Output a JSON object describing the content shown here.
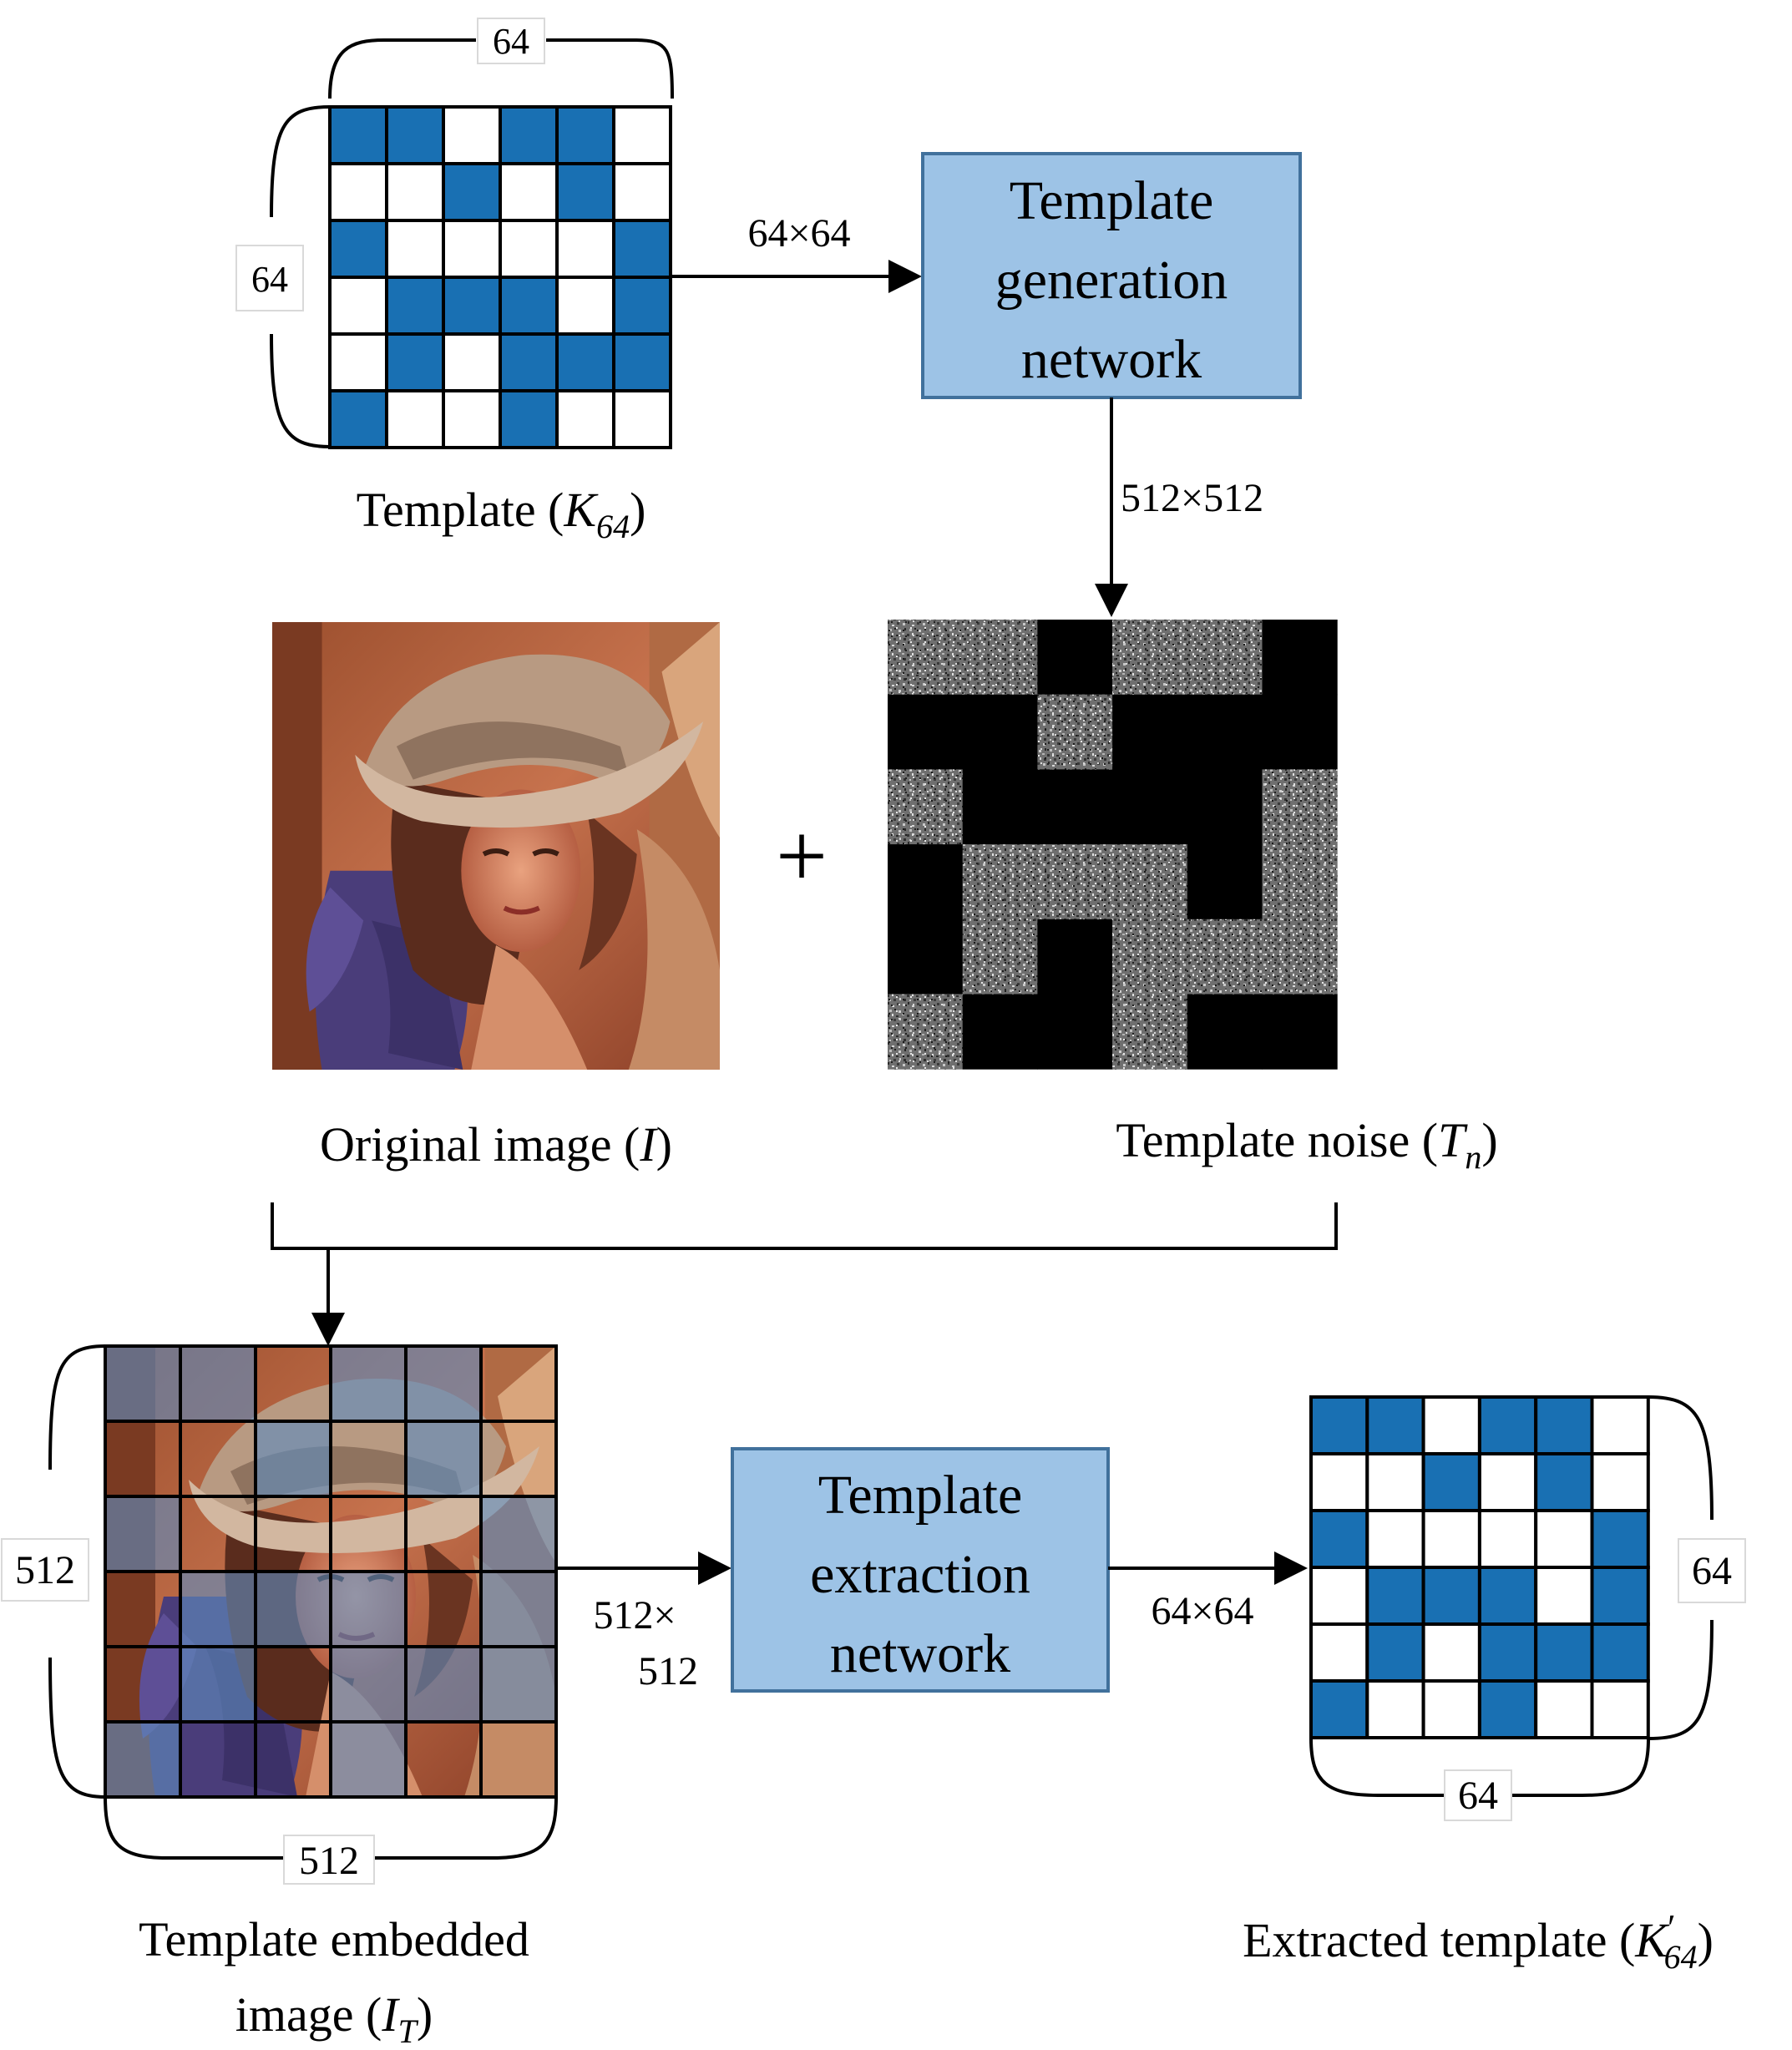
{
  "template_grid": [
    [
      1,
      1,
      0,
      1,
      1,
      0
    ],
    [
      0,
      0,
      1,
      0,
      1,
      0
    ],
    [
      1,
      0,
      0,
      0,
      0,
      1
    ],
    [
      0,
      1,
      1,
      1,
      0,
      1
    ],
    [
      0,
      1,
      0,
      1,
      1,
      1
    ],
    [
      1,
      0,
      0,
      1,
      0,
      0
    ]
  ],
  "noise_grid": [
    [
      1,
      1,
      0,
      1,
      1,
      0
    ],
    [
      0,
      0,
      1,
      0,
      0,
      0
    ],
    [
      1,
      0,
      0,
      0,
      0,
      1
    ],
    [
      0,
      1,
      1,
      1,
      0,
      1
    ],
    [
      0,
      1,
      0,
      1,
      1,
      1
    ],
    [
      1,
      0,
      0,
      1,
      0,
      0
    ]
  ],
  "colors": {
    "template_cell": "#1970b3",
    "network_box_fill": "#9dc3e6",
    "network_box_stroke": "#41719c"
  },
  "top_template": {
    "width_label": "64",
    "height_label": "64",
    "caption": {
      "prefix": "Template (",
      "symbol": "K",
      "subscript": "64",
      "suffix": ")"
    }
  },
  "arrows": {
    "to_generation": "64×64",
    "generation_to_noise": "512×512",
    "embedded_to_extraction_line1": "512×",
    "embedded_to_extraction_line2": "512",
    "extraction_to_output": "64×64"
  },
  "generation_network": {
    "lines": [
      "Template",
      "generation",
      "network"
    ]
  },
  "extraction_network": {
    "lines": [
      "Template",
      "extraction",
      "network"
    ]
  },
  "original_image": {
    "caption": {
      "prefix": "Original image (",
      "symbol": "I",
      "suffix": ")"
    }
  },
  "plus_sign": "+",
  "template_noise": {
    "caption": {
      "prefix": "Template noise (",
      "symbol": "T",
      "subscript": "n",
      "suffix": ")"
    }
  },
  "embedded_image": {
    "height_label": "512",
    "width_label": "512",
    "caption_line1": "Template embedded",
    "caption_line2": {
      "prefix": "image (",
      "symbol": "I",
      "subscript": "T",
      "suffix": ")"
    }
  },
  "extracted_template": {
    "height_label": "64",
    "width_label": "64",
    "caption": {
      "prefix": "Extracted template (",
      "symbol": "K",
      "prime": "′",
      "subscript": "64",
      "suffix": ")"
    }
  }
}
